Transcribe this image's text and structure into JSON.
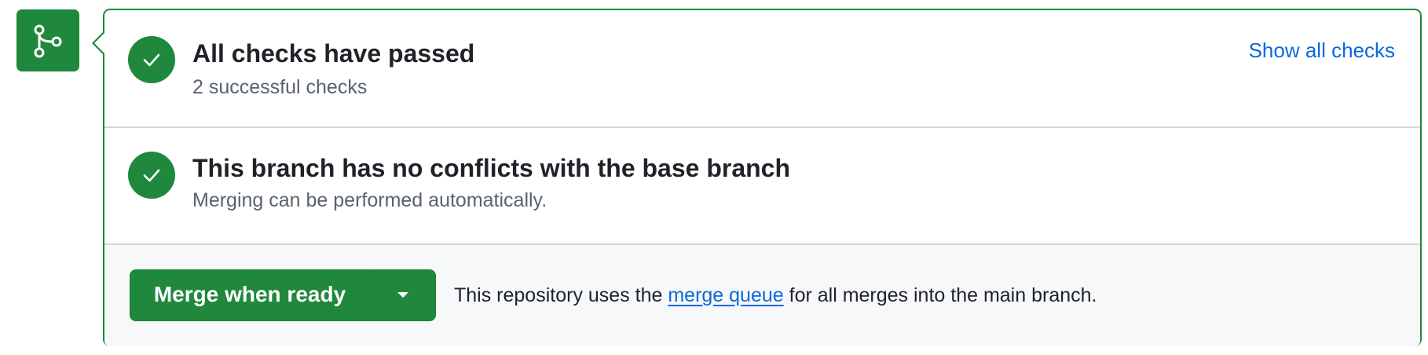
{
  "checks": {
    "title": "All checks have passed",
    "subtitle": "2 successful checks",
    "show_all_label": "Show all checks"
  },
  "conflicts": {
    "title": "This branch has no conflicts with the base branch",
    "subtitle": "Merging can be performed automatically."
  },
  "merge": {
    "button_label": "Merge when ready",
    "info_before": "This repository uses the ",
    "info_link": "merge queue",
    "info_after": " for all merges into the main branch."
  },
  "icons": {
    "merge_box": "git-branch-icon",
    "status": "check-icon",
    "dropdown": "triangle-down-icon"
  },
  "colors": {
    "success_green": "#1f883d",
    "link_blue": "#0969da",
    "muted_text": "#59636e",
    "border_gray": "#d0d7de",
    "footer_bg": "#f6f8fa"
  }
}
